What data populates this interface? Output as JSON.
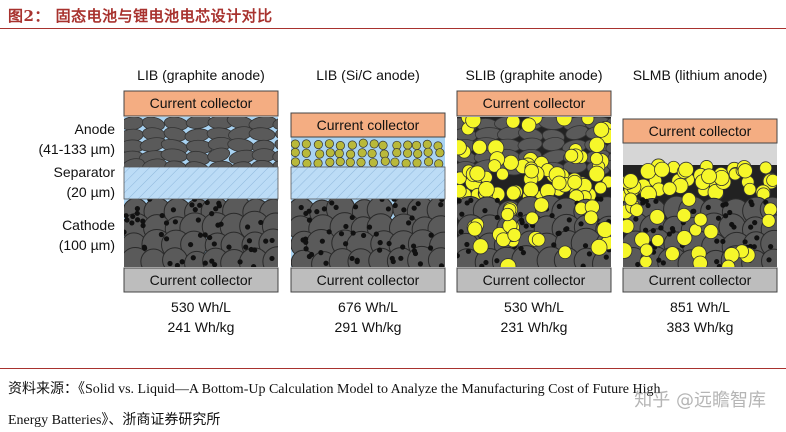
{
  "figure_title": "图2：    固态电池与锂电池电芯设计对比",
  "side_labels": {
    "anode": "Anode",
    "anode_thickness": "(41-133 µm)",
    "separator": "Separator",
    "separator_thickness": "(20 µm)",
    "cathode": "Cathode",
    "cathode_thickness": "(100 µm)"
  },
  "cells": [
    {
      "title": "LIB (graphite anode)",
      "top_collector": "Current collector",
      "bottom_collector": "Current collector",
      "volumetric": "530 Wh/L",
      "gravimetric": "241 Wh/kg"
    },
    {
      "title": "LIB (Si/C anode)",
      "top_collector": "Current collector",
      "bottom_collector": "Current collector",
      "volumetric": "676 Wh/L",
      "gravimetric": "291 Wh/kg"
    },
    {
      "title": "SLIB (graphite anode)",
      "top_collector": "Current collector",
      "bottom_collector": "Current collector",
      "volumetric": "530 Wh/L",
      "gravimetric": "231 Wh/kg"
    },
    {
      "title": "SLMB (lithium anode)",
      "top_collector": "Current collector",
      "bottom_collector": "Current collector",
      "volumetric": "851 Wh/L",
      "gravimetric": "383 Wh/kg"
    }
  ],
  "source_line1": "资料来源：《Solid vs. Liquid—A Bottom-Up Calculation Model to Analyze the Manufacturing Cost of Future High",
  "source_line2": "Energy Batteries》、浙商证券研究所",
  "watermark": "知乎 @远瞻智库",
  "colors": {
    "title_red": "#a8322e",
    "collector_orange": "#f4ad82",
    "collector_gray": "#bdbdbd",
    "electrolyte_blue": "#a9d3f2",
    "separator_blue": "#bcdcf6",
    "particle_gray": "#5a5a5a",
    "solid_electrolyte_yellow": "#f6f72a"
  }
}
